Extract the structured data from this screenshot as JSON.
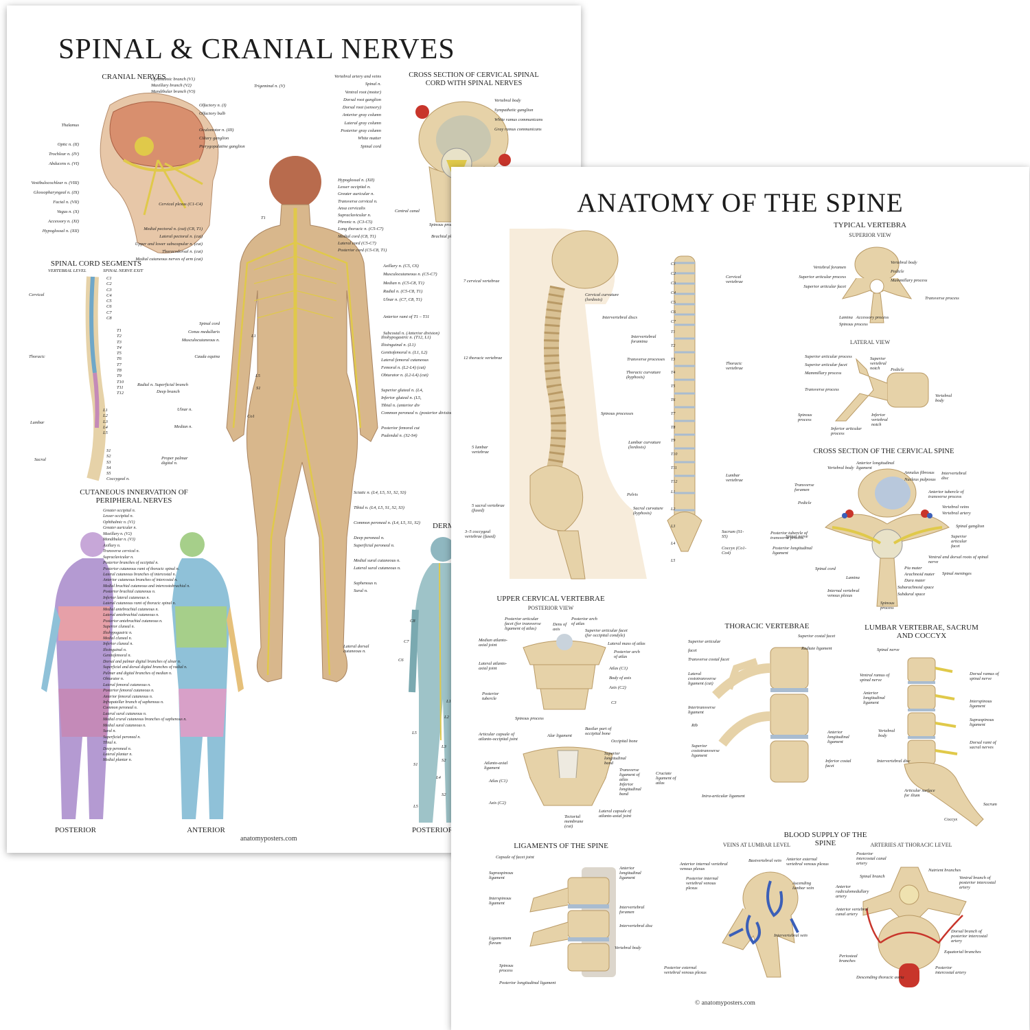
{
  "left": {
    "title": "SPINAL & CRANIAL NERVES",
    "sections": {
      "cranial": "CRANIAL NERVES",
      "cross": "CROSS SECTION OF CERVICAL SPINAL CORD WITH SPINAL NERVES",
      "segments": "SPINAL CORD SEGMENTS",
      "vertebral_level": "VERTEBRAL LEVEL",
      "spinal_exit": "SPINAL NERVE EXIT",
      "cutaneous": "CUTANEOUS INNERVATION OF PERIPHERAL NERVES",
      "derm": "DERM",
      "posterior": "POSTERIOR",
      "anterior": "ANTERIOR",
      "posterior2": "POSTERIOR"
    },
    "cranial_labels_right": [
      "Ophthalmic branch (V1)",
      "Maxillary branch (V2)",
      "Mandibular branch (V3)",
      "Olfactory n. (I)",
      "Olfactory bulb",
      "Oculomotor n. (III)",
      "Ciliary ganglion",
      "Pterygopalatine ganglion"
    ],
    "trigeminal": "Trigeminal n. (V)",
    "cranial_labels_left": [
      "Thalamus",
      "Optic n. (II)",
      "Trochlear n. (IV)",
      "Abducens n. (VI)",
      "Vestibulocochlear n. (VIII)",
      "Glossopharyngeal n. (IX)",
      "Facial n. (VII)",
      "Vagus n. (X)",
      "Accessory n. (XI)",
      "Hypoglossal n. (XII)"
    ],
    "cross_labels_left": [
      "Vertebral artery and veins",
      "Spinal n.",
      "Ventral root (motor)",
      "Dorsal root ganglion",
      "Dorsal root (sensory)",
      "Anterior gray column",
      "Lateral gray column",
      "Posterior gray column",
      "White matter",
      "Spinal cord"
    ],
    "cross_labels_right": [
      "Vertebral body",
      "Sympathetic ganglion",
      "White ramus communicans",
      "Gray ramus communicans"
    ],
    "cross_labels_bottom": [
      "Central canal",
      "Spinous process"
    ],
    "cervical_levels": "C1\nC2\nC3\nC4\nC5\nC6\nC7\nC8",
    "thoracic_levels": "T1\nT2\nT3\nT4\nT5\nT6\nT7\nT8\nT9\nT10\nT11\nT12",
    "lumbar_levels": "L1\nL2\nL3\nL4\nL5",
    "sacral_levels": "S1\nS2\nS3\nS4\nS5\nCoccygeal n.",
    "region_labels": [
      "Cervical",
      "Thoracic",
      "Lumbar",
      "Sacral"
    ],
    "body_labels_left": [
      "Cervical plexus (C1-C4)",
      "T1",
      "Medial pectoral n. (cut) (C8, T1)",
      "Lateral pectoral n. (cut)",
      "Upper and lower subscapular n. (cut)",
      "Thoracodorsal n. (cut)",
      "Medial cutaneous nerves of arm (cut)",
      "Spinal cord",
      "Conus medullaris",
      "Musculocutaneous n.",
      "Cauda equina",
      "Radial n.",
      "Superficial branch",
      "Deep branch",
      "Ulnar n.",
      "Median n.",
      "Proper palmar digital n.",
      "L1",
      "L5",
      "S1",
      "Co1"
    ],
    "body_labels_right": [
      "Hypoglossal n. (XII)",
      "Lesser occipital n.",
      "Greater auricular n.",
      "Transverse cervical n.",
      "Ansa cervicalis",
      "Supraclavicular n.",
      "Phrenic n. (C3-C5)",
      "Long thoracic n. (C5-C7)",
      "Medial cord (C8, T1)",
      "Lateral cord (C5-C7)",
      "Posterior cord (C5-C8, T1)",
      "Brachial plexus",
      "Axillary n. (C5, C6)",
      "Musculocutaneous n. (C5-C7)",
      "Median n. (C5-C8, T1)",
      "Radial n. (C5-C8, T1)",
      "Ulnar n. (C7, C8, T1)",
      "Anterior rami of T1 – T11",
      "Subcostal n. (Anterior division)",
      "Iliohypogastric n. (T12, L1)",
      "Ilioinguinal n. (L1)",
      "Genitofemoral n. (L1, L2)",
      "Lateral femoral cutaneous",
      "Femoral n. (L2-L4) (cut)",
      "Obturator n. (L2-L4) (cut)",
      "Superior gluteal n. (L4,",
      "Inferior gluteal n. (L5,",
      "Tibial n. (anterior div",
      "Common peroneal n. (posterior division of",
      "Posterior femoral cut",
      "Pudendal n. (S2-S4)",
      "Sciatic n. (L4, L5, S1, S2, S3)",
      "Tibial n. (L4, L5, S1, S2, S3)",
      "Common peroneal n. (L4, L5, S1, S2)",
      "Deep peroneal n.",
      "Superficial peroneal n.",
      "Medial sural cutaneous n.",
      "Lateral sural cutaneous n.",
      "Saphenous n.",
      "Sural n.",
      "Lateral dorsal cutaneous n."
    ],
    "cutaneous_labels": [
      "Greater occipital n.",
      "Lesser occipital n.",
      "Ophthalmic n. (V1)",
      "Greater auricular n.",
      "Maxillary n. (V2)",
      "Mandibular n. (V3)",
      "Axillary n.",
      "Transverse cervical n.",
      "Supraclavicular n.",
      "Posterior branches of occipital n.",
      "Posterior cutaneous rami of thoracic spinal n.",
      "Lateral cutaneous branches of intercostal n.",
      "Anterior cutaneous branches of intercostal n.",
      "Medial brachial cutaneous and intercostobrachial n.",
      "Posterior brachial cutaneous n.",
      "Inferior lateral cutaneous n.",
      "Lateral cutaneous rami of thoracic spinal n.",
      "Medial antebrachial cutaneous n.",
      "Lateral antebrachial cutaneous n.",
      "Posterior antebrachial cutaneous n.",
      "Superior cluneal n.",
      "Iliohypogastric n.",
      "Medial cluneal n.",
      "Inferior cluneal n.",
      "Ilioinguinal n.",
      "Genitofemoral n.",
      "Dorsal and palmar digital branches of ulnar n.",
      "Superficial and dorsal digital branches of radial n.",
      "Palmar and digital branches of median n.",
      "Obturator n.",
      "Lateral femoral cutaneous n.",
      "Posterior femoral cutaneous n.",
      "Anterior femoral cutaneous n.",
      "Infrapatellar branch of saphenous n.",
      "Common peroneal n.",
      "Lateral sural cutaneous n.",
      "Medial crural cutaneous branches of saphenous n.",
      "Medial sural cutaneous n.",
      "Sural n.",
      "Superficial peroneal n.",
      "Tibial n.",
      "Deep peroneal n.",
      "Lateral plantar n.",
      "Medial plantar n."
    ],
    "derm_labels": [
      "C8",
      "C7",
      "C6",
      "L1",
      "L2",
      "L5",
      "L3",
      "S1",
      "S2",
      "L4",
      "S2",
      "L5"
    ],
    "credit": "anatomyposters.com"
  },
  "right": {
    "title": "ANATOMY OF THE SPINE",
    "sections": {
      "typical": "TYPICAL VERTEBRA",
      "superior_view": "SUPERIOR VIEW",
      "lateral_view": "LATERAL VIEW",
      "cross_cervical": "CROSS SECTION OF THE CERVICAL SPINE",
      "upper_cervical": "UPPER CERVICAL VERTEBRAE",
      "posterior_view": "POSTERIOR VIEW",
      "thoracic": "THORACIC VERTEBRAE",
      "lumbar": "LUMBAR VERTEBRAE, SACRUM AND COCCYX",
      "ligaments": "LIGAMENTS OF THE SPINE",
      "blood": "BLOOD SUPPLY OF THE SPINE",
      "veins": "VEINS AT LUMBAR LEVEL",
      "arteries": "ARTERIES AT THORACIC LEVEL"
    },
    "side_counts": [
      "7 cervical vertebrae",
      "12 thoracic vertebrae",
      "5 lumbar vertebrae",
      "5 sacral vertebrae (fused)",
      "3–5 coccygeal vertebrae (fused)"
    ],
    "side_labels": [
      "Cervical curvature (lordosis)",
      "Intervertebral discs",
      "Intervertebral foramina",
      "Transverse processes",
      "Thoracic curvature (kyphosis)",
      "Spinous processes",
      "Lumbar curvature (lordosis)",
      "Pelvis",
      "Sacral curvature (kyphosis)"
    ],
    "column_c": "C1\nC2\nC3\nC4\nC5\nC6\nC7",
    "column_t": "T1\nT2\nT3\nT4\nT5\nT6\nT7\nT8\nT9\nT10\nT11\nT12",
    "column_l": "L1\nL2\nL3\nL4\nL5",
    "column_labels": [
      "Cervical vertebrae",
      "Thoracic vertebrae",
      "Lumbar vertebrae",
      "Sacrum (S1-S5)",
      "Coccyx (Co1-Co4)"
    ],
    "typical_labels": [
      "Vertebral foramen",
      "Vertebral body",
      "Pedicle",
      "Superior articular process",
      "Mammillary process",
      "Superior articular facet",
      "Transverse process",
      "Lamina",
      "Accessory process",
      "Spinous process"
    ],
    "lateral_labels": [
      "Superior articular process",
      "Superior articular facet",
      "Superior vertebral notch",
      "Pedicle",
      "Mammillary process",
      "Transverse process",
      "Vertebral body",
      "Spinous process",
      "Inferior articular process",
      "Inferior vertebral notch"
    ],
    "cross_labels": [
      "Vertebral body",
      "Anterior longitudinal ligament",
      "Annulus fibrosus",
      "Nucleus pulposus",
      "Intervertebral disc",
      "Transverse foramen",
      "Anterior tubercle of transverse process",
      "Pedicle",
      "Vertebral veins",
      "Vertebral artery",
      "Spinal nerve",
      "Spinal ganglion",
      "Posterior tubercle of transverse process",
      "Superior articular facet",
      "Posterior longitudinal ligament",
      "Ventral and dorsal roots of spinal nerve",
      "Pia mater",
      "Arachnoid mater",
      "Spinal meninges",
      "Spinal cord",
      "Lamina",
      "Dura mater",
      "Subarachnoid space",
      "Subdural space",
      "Internal vertebral venous plexus",
      "Spinous process"
    ],
    "upper_labels": [
      "Posterior articular facet (for transverse ligament of atlas)",
      "Dens of axis",
      "Posterior arch of atlas",
      "Superior articular facet (for occipital condyle)",
      "Median atlanto-axial joint",
      "Lateral mass of atlas",
      "Posterior arch of atlas",
      "Lateral atlanto-axial joint",
      "Atlas (C1)",
      "Body of axis",
      "Axis (C2)",
      "Posterior tubercle",
      "C3",
      "Spinous process",
      "Articular capsule of atlanto-occipital joint",
      "Alar ligament",
      "Basilar part of occipital bone",
      "Occipital bone",
      "Superior longitudinal band",
      "Transverse ligament of atlas",
      "Inferior longitudinal band",
      "Cruciate ligament of atlas",
      "Atlanto-axial ligament",
      "Atlas (C1)",
      "Axis (C2)",
      "Tectorial membrane (cut)",
      "Lateral capsule of atlanto-axial joint"
    ],
    "thoracic_labels": [
      "Superior articular facet",
      "Superior costal facet",
      "Transverse costal facet",
      "Radiate ligament",
      "Lateral costotransverse ligament (cut)",
      "Intertransverse ligament",
      "Rib",
      "Superior costotransverse ligament",
      "Anterior longitudinal ligament",
      "Inferior costal facet",
      "Intra-articular ligament"
    ],
    "lumbar_labels": [
      "Spinal nerve",
      "Ventral ramus of spinal nerve",
      "Dorsal ramus of spinal nerve",
      "Anterior longitudinal ligament",
      "Interspinous ligament",
      "Supraspinous ligament",
      "Vertebral body",
      "Dorsal rami of sacral nerves",
      "Intervertebral disc",
      "Articular surface for ilium",
      "Sacrum",
      "Coccyx"
    ],
    "lig_labels": [
      "Capsule of facet joint",
      "Anterior longitudinal ligament",
      "Supraspinous ligament",
      "Interspinous ligament",
      "Intervertebral foramen",
      "Intervertebral disc",
      "Ligamentum flavum",
      "Vertebral body",
      "Spinous process",
      "Posterior longitudinal ligament"
    ],
    "vein_labels": [
      "Anterior internal vertebral venous plexus",
      "Basivertebral vein",
      "Anterior external vertebral venous plexus",
      "Posterior internal vertebral venous plexus",
      "Ascending lumbar vein",
      "Intervertebral vein",
      "Posterior external vertebral venous plexus"
    ],
    "artery_labels": [
      "Posterior intercostal canal artery",
      "Spinal branch",
      "Nutrient branches",
      "Ventral branch of posterior intercostal artery",
      "Anterior radiculomedullary artery",
      "Anterior vertebral canal artery",
      "Dorsal branch of posterior intercostal artery",
      "Equatorial branches",
      "Periosteal branches",
      "Posterior intercostal artery",
      "Descending thoracic aorta"
    ],
    "credit": "© anatomyposters.com"
  },
  "colors": {
    "bone": "#e6d2a8",
    "bone_dark": "#b99a66",
    "nerve": "#e0c94a",
    "skin": "#d8b78c",
    "disc": "#a9bcd0",
    "artery": "#c8352b",
    "vein": "#3b5fb8"
  }
}
